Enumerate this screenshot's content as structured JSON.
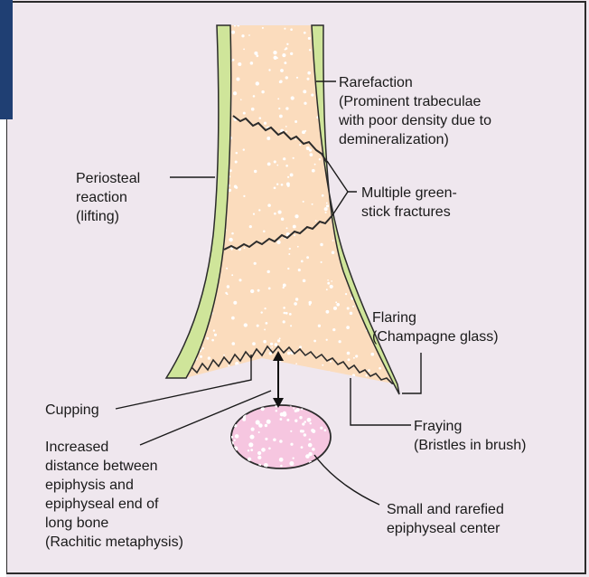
{
  "figure": {
    "background": "#efe7ee",
    "bone_fill": "#fbdcbd",
    "periosteum_color": "#cfe59a",
    "epiphysis_fill": "#f6c6e0",
    "side_accent": "#1f3f73"
  },
  "labels": {
    "rarefaction": [
      "Rarefaction",
      "(Prominent trabeculae",
      "with poor density due to",
      "demineralization)"
    ],
    "periosteal": [
      "Periosteal",
      "reaction",
      "(lifting)"
    ],
    "greenstick": [
      "Multiple green-",
      "stick fractures"
    ],
    "flaring": [
      "Flaring",
      "(Champagne glass)"
    ],
    "cupping": [
      "Cupping"
    ],
    "fraying": [
      "Fraying",
      "(Bristles in brush)"
    ],
    "increased": [
      "Increased",
      "distance between",
      "epiphysis and",
      "epiphyseal end of",
      "long bone",
      "(Rachitic metaphysis)"
    ],
    "small": [
      "Small and rarefied",
      "epiphyseal center"
    ]
  }
}
